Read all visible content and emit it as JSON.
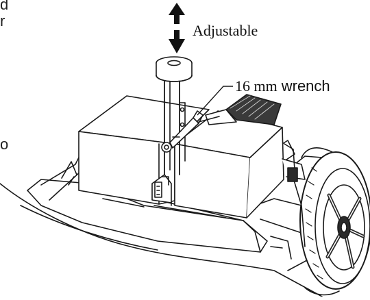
{
  "labels": {
    "adjustable": "Adjustable",
    "wrench_size": "16 mm",
    "wrench_word": "wrench"
  },
  "cropped_edge_text": [
    "d",
    "r",
    "o"
  ],
  "colors": {
    "line": "#1a1a1a",
    "fill": "#ffffff",
    "dark": "#2a2a2a",
    "shade": "#9a9a9a"
  },
  "icons": [
    "up-down-arrow-icon",
    "leader-line"
  ]
}
